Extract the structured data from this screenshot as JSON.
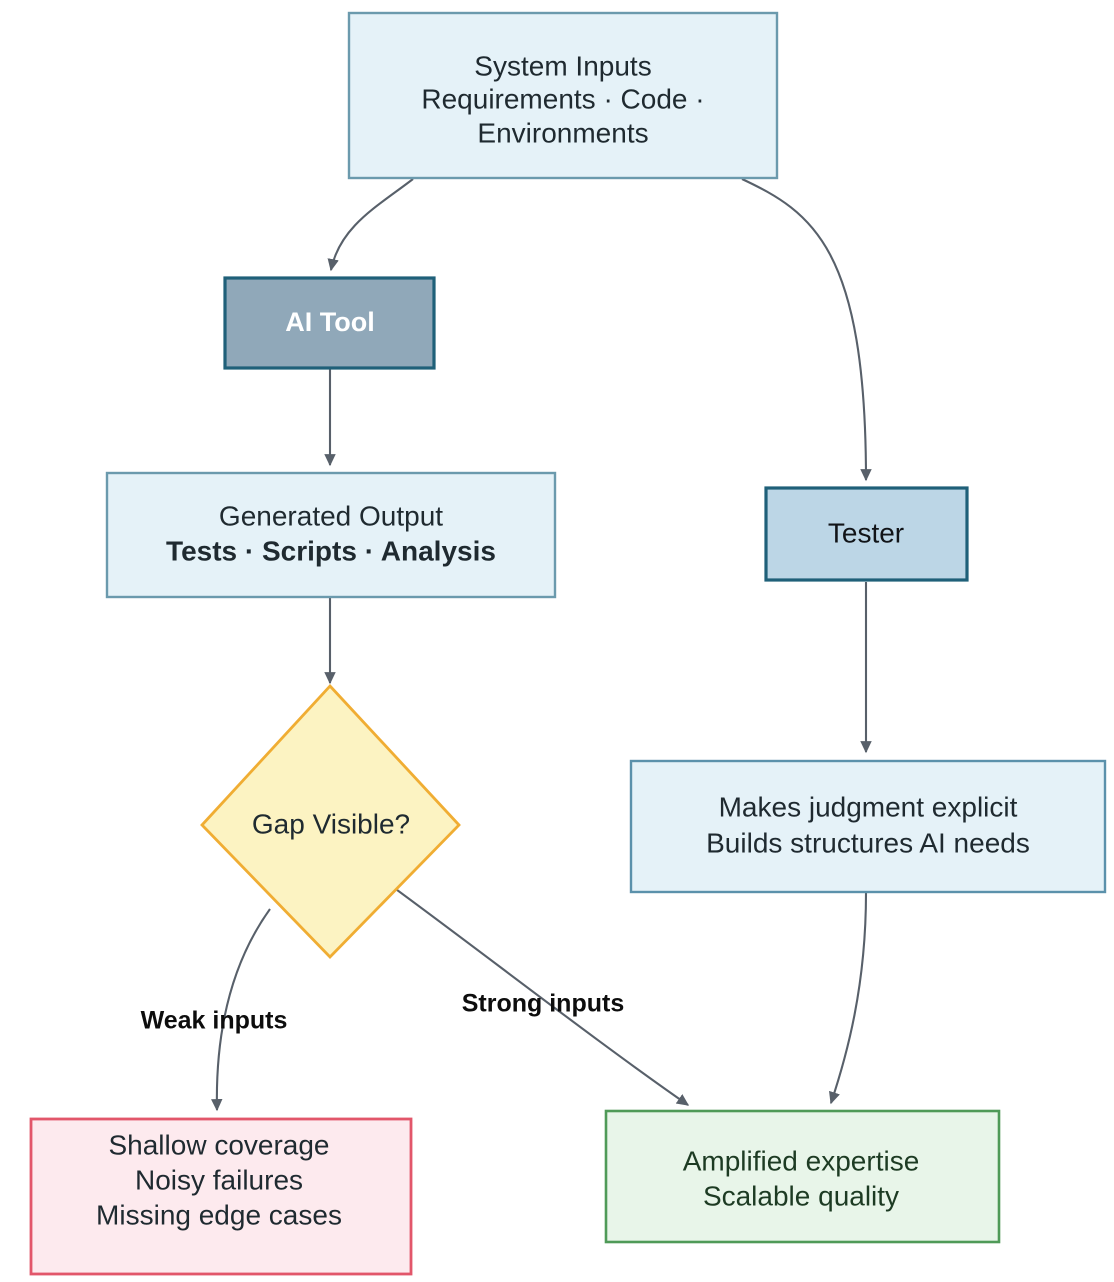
{
  "diagram": {
    "type": "flowchart",
    "direction": "top-down",
    "background": "#ffffff",
    "nodes": [
      {
        "id": "system-inputs",
        "shape": "rectangle",
        "lines": [
          "System Inputs",
          "Requirements · Code ·",
          "Environments"
        ],
        "fill": "#e5f2f8",
        "stroke": "#6b9aad",
        "text_color": "#1f2a30"
      },
      {
        "id": "ai-tool",
        "shape": "rectangle",
        "lines": [
          "AI Tool"
        ],
        "fill": "#90a8b9",
        "stroke": "#1f6079",
        "text_color": "#ffffff"
      },
      {
        "id": "generated-output",
        "shape": "rectangle",
        "lines": [
          "Generated Output",
          "Tests · Scripts · Analysis"
        ],
        "fill": "#e5f2f8",
        "stroke": "#6b9aad",
        "text_color": "#1f2a30"
      },
      {
        "id": "gap-visible",
        "shape": "diamond",
        "lines": [
          "Gap Visible?"
        ],
        "fill": "#fcf3c2",
        "stroke": "#f0ad33",
        "text_color": "#1f2a30"
      },
      {
        "id": "tester",
        "shape": "rectangle",
        "lines": [
          "Tester"
        ],
        "fill": "#bcd6e6",
        "stroke": "#1f6079",
        "text_color": "#111418"
      },
      {
        "id": "tester-role",
        "shape": "rectangle",
        "lines": [
          "Makes judgment explicit",
          "Builds structures AI needs"
        ],
        "fill": "#e5f2f8",
        "stroke": "#5b91ab",
        "text_color": "#1f2a30"
      },
      {
        "id": "weak-outcome",
        "shape": "rectangle",
        "lines": [
          "Shallow coverage",
          "Noisy failures",
          "Missing edge cases"
        ],
        "fill": "#fdeaee",
        "stroke": "#e2566a",
        "text_color": "#1f2a30"
      },
      {
        "id": "strong-outcome",
        "shape": "rectangle",
        "lines": [
          "Amplified expertise",
          "Scalable quality"
        ],
        "fill": "#e8f5e9",
        "stroke": "#4f9a58",
        "text_color": "#1d3b23"
      }
    ],
    "edges": [
      {
        "id": "inputs-to-ai-tool",
        "from": "system-inputs",
        "to": "ai-tool",
        "label": ""
      },
      {
        "id": "inputs-to-tester",
        "from": "system-inputs",
        "to": "tester",
        "label": ""
      },
      {
        "id": "ai-tool-to-output",
        "from": "ai-tool",
        "to": "generated-output",
        "label": ""
      },
      {
        "id": "output-to-gap",
        "from": "generated-output",
        "to": "gap-visible",
        "label": ""
      },
      {
        "id": "gap-to-weak",
        "from": "gap-visible",
        "to": "weak-outcome",
        "label": "Weak inputs"
      },
      {
        "id": "gap-to-strong",
        "from": "gap-visible",
        "to": "strong-outcome",
        "label": "Strong inputs"
      },
      {
        "id": "tester-to-role",
        "from": "tester",
        "to": "tester-role",
        "label": ""
      },
      {
        "id": "role-to-strong",
        "from": "tester-role",
        "to": "strong-outcome",
        "label": ""
      }
    ],
    "edge_labels": {
      "weak": "Weak inputs",
      "strong": "Strong inputs"
    },
    "colors": {
      "edge_stroke": "#58606a",
      "light_blue_fill": "#e5f2f8",
      "light_blue_stroke": "#6b9aad",
      "ai_tool_fill": "#90a8b9",
      "tester_fill": "#bcd6e6",
      "diamond_fill": "#fcf3c2",
      "diamond_stroke": "#f0ad33",
      "red_fill": "#fdeaee",
      "red_stroke": "#e2566a",
      "green_fill": "#e8f5e9",
      "green_stroke": "#4f9a58"
    }
  }
}
